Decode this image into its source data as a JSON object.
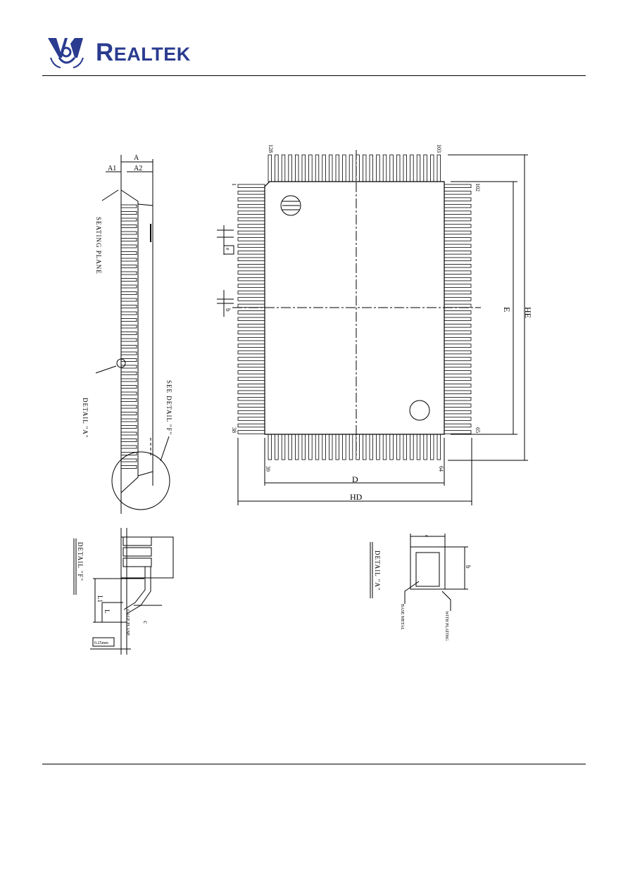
{
  "header": {
    "company_name_first": "R",
    "company_name_rest": "EALTEK"
  },
  "drawing": {
    "side_view": {
      "label_a": "A",
      "label_a1": "A1",
      "label_a2": "A2",
      "seating_plane": "SEATING PLANE",
      "detail_a_callout": "DETAIL \"A\"",
      "see_detail_f": "SEE DETAIL \"F\""
    },
    "top_view": {
      "pin_128": "128",
      "pin_103": "103",
      "pin_1": "1",
      "pin_102": "102",
      "pin_38": "38",
      "pin_65": "65",
      "pin_39": "39",
      "pin_64": "64",
      "label_e_pitch": "e",
      "label_b": "b",
      "label_E": "E",
      "label_HE": "HE",
      "label_D": "D",
      "label_HD": "HD"
    },
    "detail_f": {
      "title": "DETAIL \"F\"",
      "label_L1": "L1",
      "label_L": "L",
      "gage_plane": "GAGE PLANE",
      "label_c": "c",
      "dim_025": "0.25mm"
    },
    "detail_a": {
      "title": "DETAIL \"A\"",
      "label_c": "c",
      "label_b": "b",
      "base_metal": "BASE METAL",
      "with_plating": "WITH PLATING"
    }
  }
}
